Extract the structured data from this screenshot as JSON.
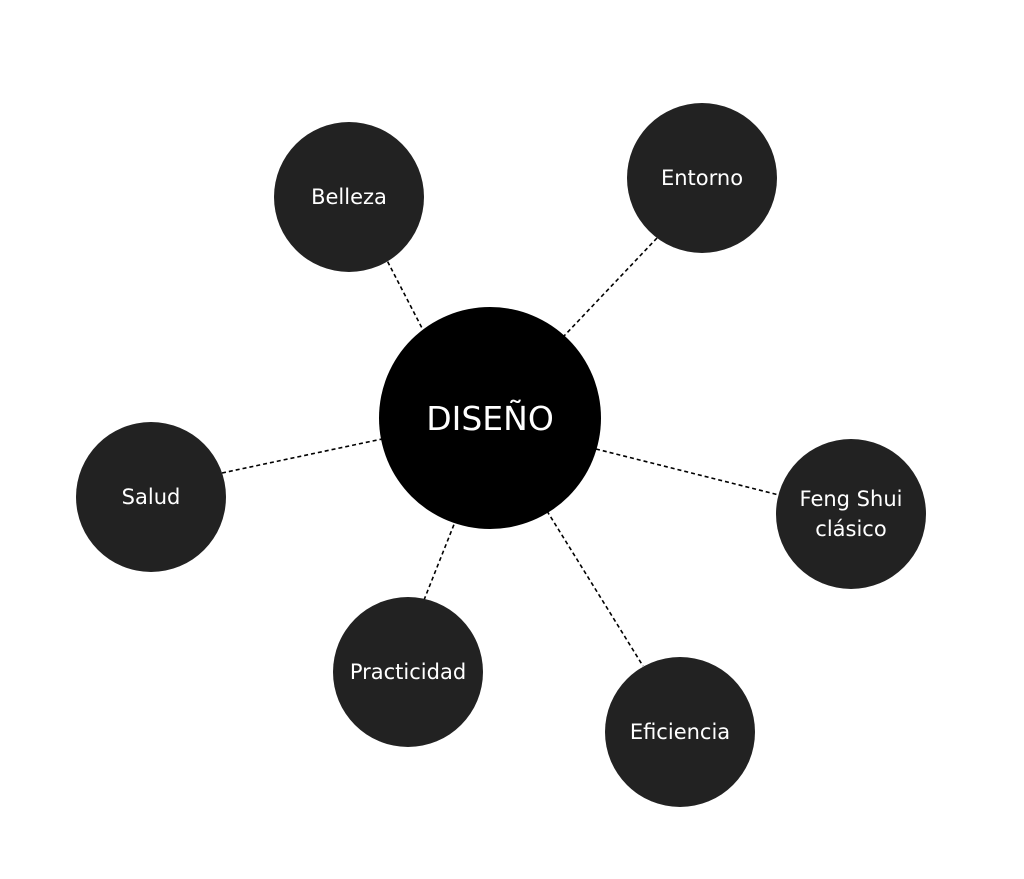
{
  "center": {
    "label": "DISEÑO"
  },
  "nodes": [
    {
      "id": "belleza",
      "label": "Belleza"
    },
    {
      "id": "entorno",
      "label": "Entorno"
    },
    {
      "id": "salud",
      "label": "Salud"
    },
    {
      "id": "feng-shui",
      "label": "Feng Shui\nclásico"
    },
    {
      "id": "practicidad",
      "label": "Practicidad"
    },
    {
      "id": "eficiencia",
      "label": "Eficiencia"
    }
  ],
  "colors": {
    "center": "#000000",
    "node": "#222222",
    "line": "#000000"
  }
}
